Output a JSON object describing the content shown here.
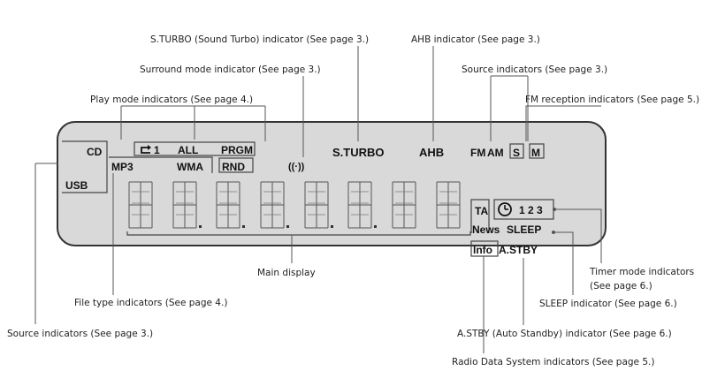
{
  "callouts": {
    "sturbo": "S.TURBO (Sound Turbo) indicator (See page 3.)",
    "ahb": "AHB indicator (See page 3.)",
    "surround": "Surround mode indicator (See page 3.)",
    "source_top": "Source indicators (See page 3.)",
    "play_mode": "Play mode indicators (See page 4.)",
    "fm_reception": "FM reception indicators (See page 5.)",
    "main_display": "Main display",
    "file_type": "File type indicators (See page 4.)",
    "timer_mode_1": "Timer mode indicators",
    "timer_mode_2": "(See page 6.)",
    "sleep": "SLEEP indicator (See page 6.)",
    "source_bottom": "Source indicators (See page 3.)",
    "astby": "A.STBY (Auto Standby) indicator (See page 6.)",
    "rds": "Radio Data System indicators (See page 5.)"
  },
  "display": {
    "cd": "CD",
    "usb": "USB",
    "repeat_one": "1",
    "all": "ALL",
    "prgm": "PRGM",
    "mp3": "MP3",
    "wma": "WMA",
    "rnd": "RND",
    "surround_icon": "((·))",
    "sturbo": "S.TURBO",
    "ahb": "AHB",
    "fm": "FM",
    "am": "AM",
    "stereo": "S",
    "mono": "M",
    "ta": "TA",
    "news": "News",
    "info": "Info",
    "timer_nums": "1 2 3",
    "sleep": "SLEEP",
    "astby": "A.STBY"
  },
  "icons": [
    "repeat-icon",
    "surround-icon",
    "timer-icon"
  ],
  "colors": {
    "lcd_background": "#d9d9d9",
    "lcd_border": "#333333",
    "text": "#111111"
  }
}
